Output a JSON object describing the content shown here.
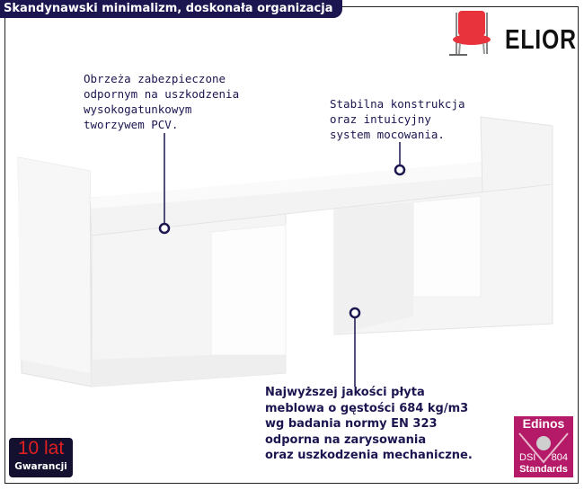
{
  "banner": {
    "title": "Skandynawski minimalizm, doskonała organizacja"
  },
  "brand": {
    "name": "ELIOR",
    "chair_color": "#e8323c"
  },
  "notes": {
    "edges": [
      "Obrzeża zabezpieczone",
      "odpornym na uszkodzenia",
      "wysokogatunkowym",
      "tworzywem PCV."
    ],
    "construction": [
      "Stabilna konstrukcja",
      "oraz intuicyjny",
      "system mocowania."
    ],
    "board": [
      "Najwyższej jakości płyta",
      "meblowa o gęstości 684 kg/m3",
      "wg badania normy EN 323",
      "odporna na zarysowania",
      "oraz uszkodzenia mechaniczne."
    ]
  },
  "warranty": {
    "years": "10 lat",
    "label": "Gwarancji"
  },
  "certificate": {
    "name": "Edinos",
    "left": "DSI",
    "right": "804",
    "bottom": "Standards",
    "color": "#b51a68"
  },
  "colors": {
    "banner": "#1b1650",
    "marker": "#1b1650"
  }
}
